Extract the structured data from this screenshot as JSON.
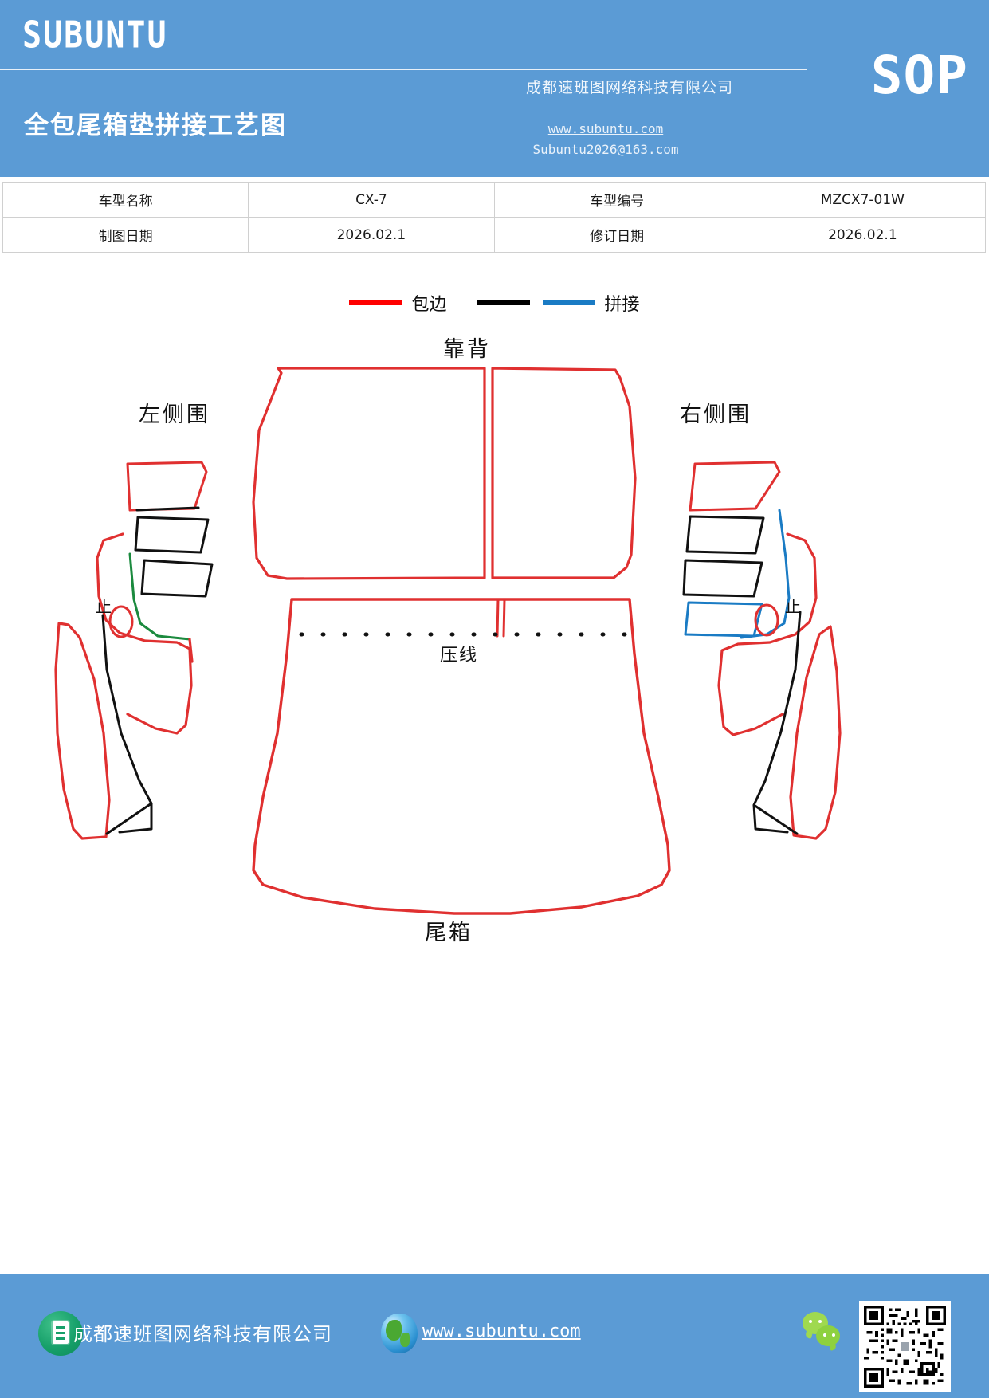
{
  "header": {
    "brand": "SUBUNTU",
    "company_cn": "成都速班图网络科技有限公司",
    "doc_title": "全包尾箱垫拼接工艺图",
    "badge": "SOP",
    "url": "www.subuntu.com",
    "email": "Subuntu2026@163.com"
  },
  "info_table": {
    "rows": [
      {
        "label1": "车型名称",
        "value1": "CX-7",
        "label2": "车型编号",
        "value2": "MZCX7-01W"
      },
      {
        "label1": "制图日期",
        "value1": "2026.02.1",
        "label2": "修订日期",
        "value2": "2026.02.1"
      }
    ]
  },
  "legend": {
    "items": [
      {
        "color": "#ff0000",
        "label": "包边"
      },
      {
        "color": "#000000",
        "label": ""
      },
      {
        "color": "#1a7bc4",
        "label": "拼接"
      }
    ],
    "binding_label": "包边",
    "splice_label": "拼接"
  },
  "diagram": {
    "labels": {
      "backrest": "靠背",
      "left_side": "左侧围",
      "right_side": "右侧围",
      "press_line": "压线",
      "trunk": "尾箱",
      "stop_left": "止",
      "stop_right": "止"
    },
    "colors": {
      "binding": "#e03030",
      "splice_black": "#111111",
      "splice_blue": "#1a7bc4",
      "splice_green": "#1b8a3e",
      "press_dots": "#111111"
    }
  },
  "footer": {
    "company": "成都速班图网络科技有限公司",
    "url": "www.subuntu.com",
    "icons": {
      "building": "building-icon",
      "globe": "globe-icon",
      "wechat": "wechat-icon",
      "qrcode": "qr-code"
    }
  }
}
